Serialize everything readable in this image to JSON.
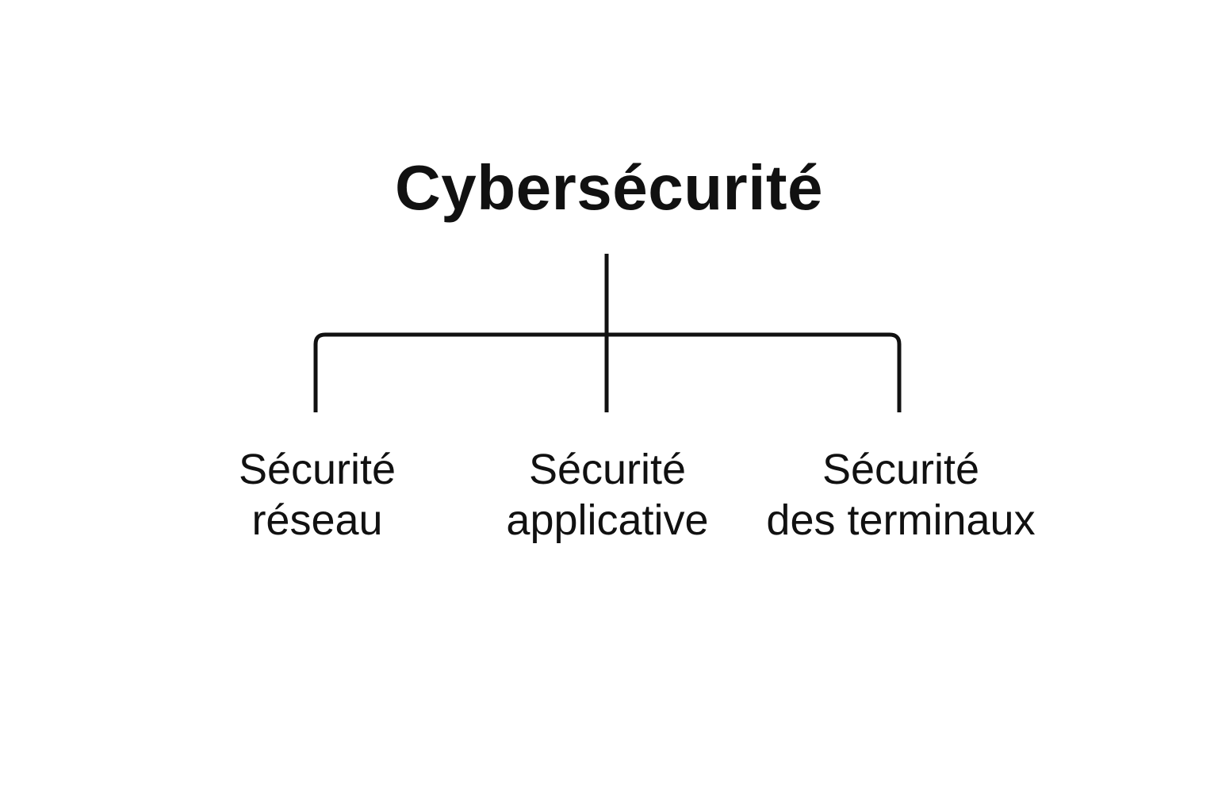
{
  "root": {
    "label": "Cybersécurité"
  },
  "children": [
    {
      "line1": "Sécurité",
      "line2": "réseau"
    },
    {
      "line1": "Sécurité",
      "line2": "applicative"
    },
    {
      "line1": "Sécurité",
      "line2": "des terminaux"
    }
  ],
  "colors": {
    "line": "#111111",
    "text": "#111111",
    "background": "#ffffff"
  }
}
